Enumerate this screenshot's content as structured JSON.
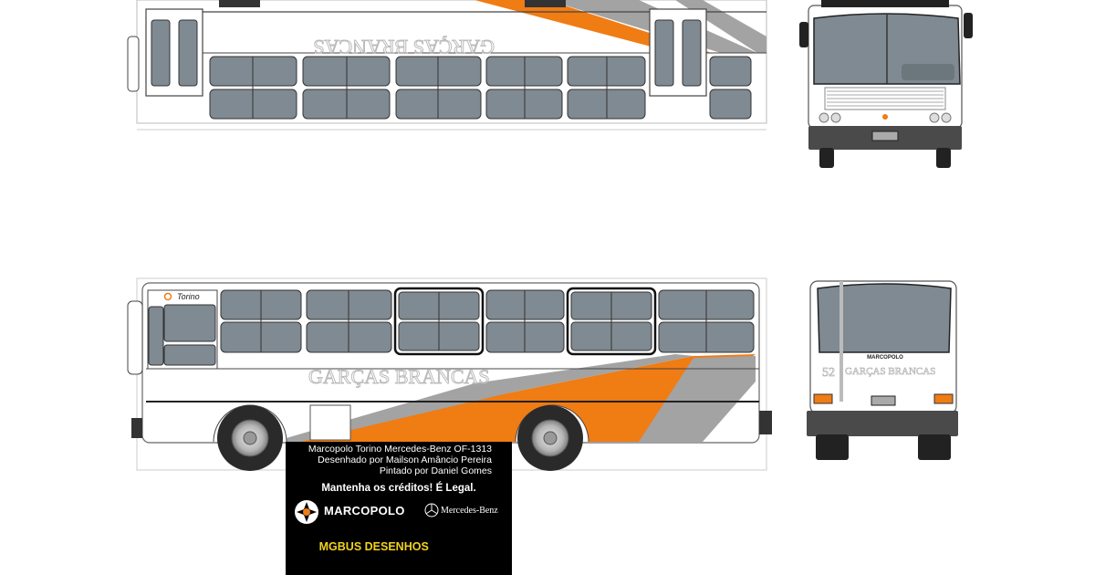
{
  "livery": {
    "operator": "GARÇAS BRANCAS",
    "model_badge": "Torino",
    "fleet_number": "52",
    "rear_badge": "MARCOPOLO"
  },
  "credits": {
    "line1": "Marcopolo Torino Mercedes-Benz OF-1313",
    "line2": "Desenhado por Mailson Amâncio Pereira",
    "line3": "Pintado por Daniel Gomes",
    "keep_credits": "Mantenha os créditos! É Legal.",
    "marcopolo_logo": "MARCOPOLO",
    "mercedes_logo": "Mercedes-Benz",
    "author": "MGBUS DESENHOS"
  },
  "colors": {
    "orange": "#f07c14",
    "gray": "#a3a3a3",
    "window": "#7f8a92",
    "body": "#ffffff",
    "bumper": "#4a4a4a",
    "credits_bg": "#000000",
    "author_text": "#f2d21b"
  }
}
